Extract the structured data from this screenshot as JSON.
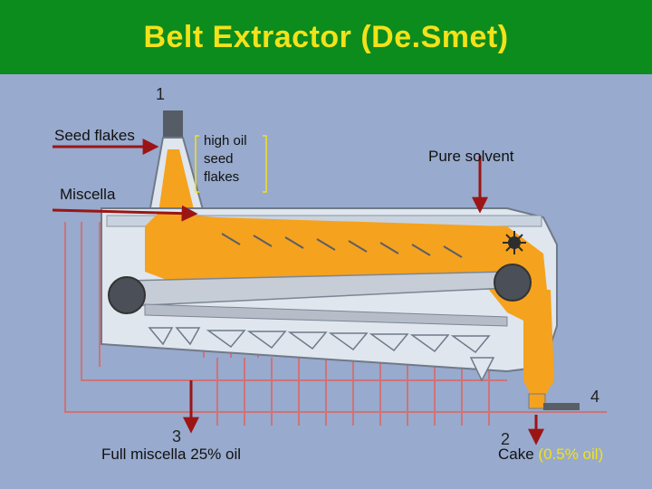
{
  "title": "Belt Extractor (De.Smet)",
  "labels": {
    "seed_flakes": "Seed flakes",
    "miscella": "Miscella",
    "high_oil_line1": "high oil",
    "high_oil_line2": "seed",
    "high_oil_line3": "flakes",
    "pure_solvent": "Pure solvent",
    "full_miscella": "Full miscella 25% oil",
    "cake": "Cake",
    "cake_oil": "(0.5% oil)"
  },
  "stream_numbers": {
    "n1": "1",
    "n2": "2",
    "n3": "3",
    "n4": "4"
  },
  "colors": {
    "title_bg": "#0c8c1c",
    "title_text": "#f2e21a",
    "background": "#98aacd",
    "material": "#f5a21e",
    "vessel": "#dfe6ee",
    "pipe": "#d86a6a",
    "arrow": "#9b1515"
  }
}
